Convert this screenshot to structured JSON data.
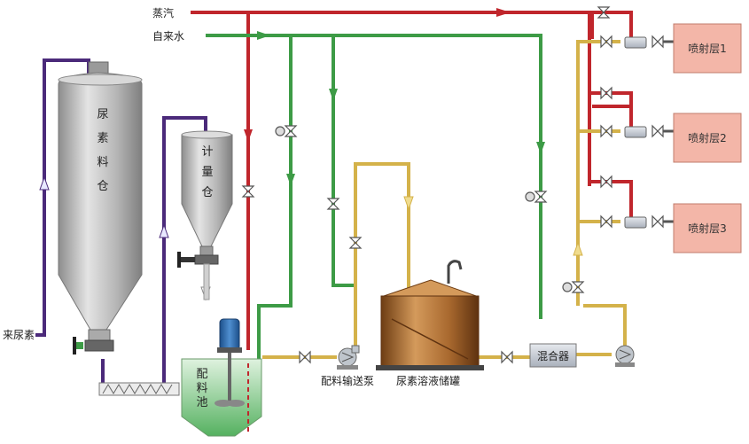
{
  "labels": {
    "steam": "蒸汽",
    "tap_water": "自来水",
    "incoming_urea": "来尿素",
    "urea_silo": [
      "尿",
      "素",
      "料",
      "仓"
    ],
    "metering_bin": [
      "计",
      "量",
      "仓"
    ],
    "mixing_tank": [
      "配",
      "料",
      "池"
    ],
    "feed_pump": "配料输送泵",
    "storage_tank": "尿素溶液储罐",
    "mixer": "混合器",
    "spray_layers": [
      "喷射层1",
      "喷射层2",
      "喷射层3"
    ]
  },
  "colors": {
    "steam_line": "#c0262c",
    "water_line": "#3d9b46",
    "solution_line": "#d4b24a",
    "urea_line": "#4b2a7a",
    "spray_box_fill": "#f3b6a8",
    "spray_box_stroke": "#c07c6c",
    "tank_body": "#a8682e",
    "silo_body": "#b9b9b9"
  }
}
